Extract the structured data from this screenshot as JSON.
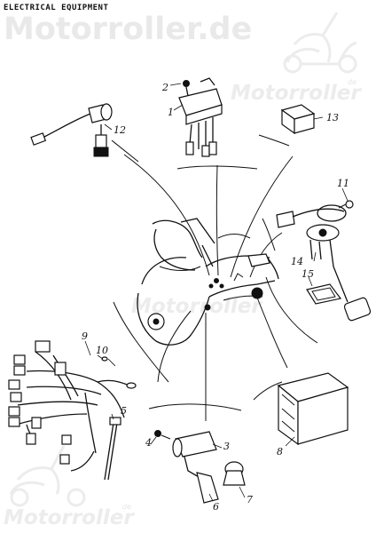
{
  "title": "ELECTRICAL EQUIPMENT",
  "watermarks": {
    "brand_large": "Motorroller.de",
    "brand": "Motorroller",
    "suffix": "de"
  },
  "callouts": {
    "c1": "1",
    "c2": "2",
    "c3": "3",
    "c4": "4",
    "c5": "5",
    "c6": "6",
    "c7": "7",
    "c8": "8",
    "c9": "9",
    "c10": "10",
    "c11": "11",
    "c12": "12",
    "c13": "13",
    "c14": "14",
    "c15": "15"
  }
}
